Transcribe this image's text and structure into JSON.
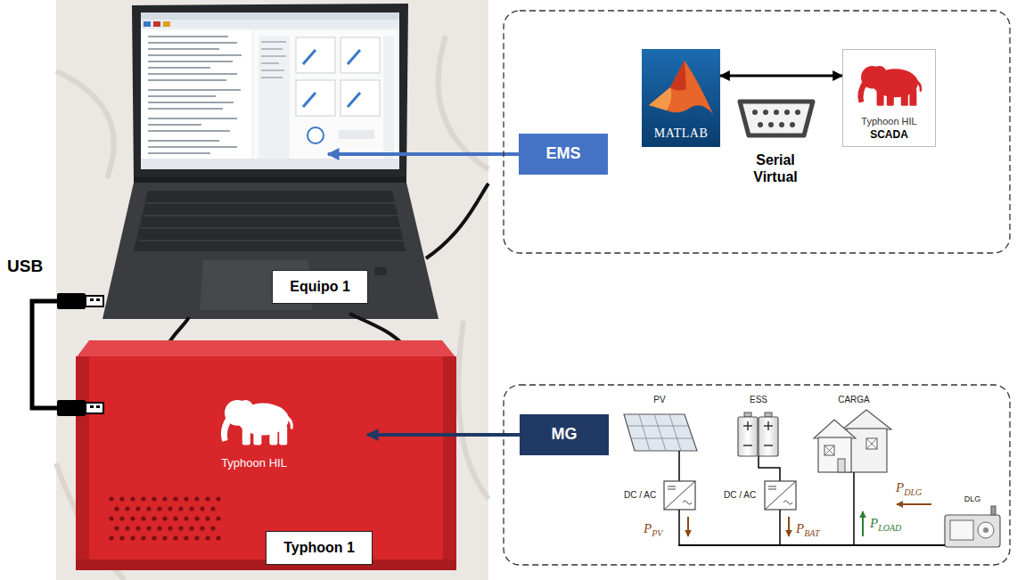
{
  "diagram": {
    "nodes": [
      {
        "text": [
          "MATLAB"
        ]
      },
      {
        "text": [
          "Typhoon HIL",
          "SCADA"
        ]
      },
      {
        "text": [
          "EMS"
        ]
      },
      {
        "text": [
          "Equipo 1"
        ]
      },
      {
        "text": [
          "MG"
        ]
      },
      {
        "text": [
          "Typhoon 1"
        ]
      }
    ],
    "edges": [
      {
        "from": 0,
        "to": 1,
        "arrow": "both"
      }
    ],
    "labels": [
      "USB",
      "Serial Virtual",
      "Typhoon HIL",
      "PV",
      "ESS",
      "CARGA",
      "DC / AC",
      "DC / AC",
      "PPV",
      "PBAT",
      "PLOAD",
      "PDLG",
      "DLG"
    ]
  }
}
